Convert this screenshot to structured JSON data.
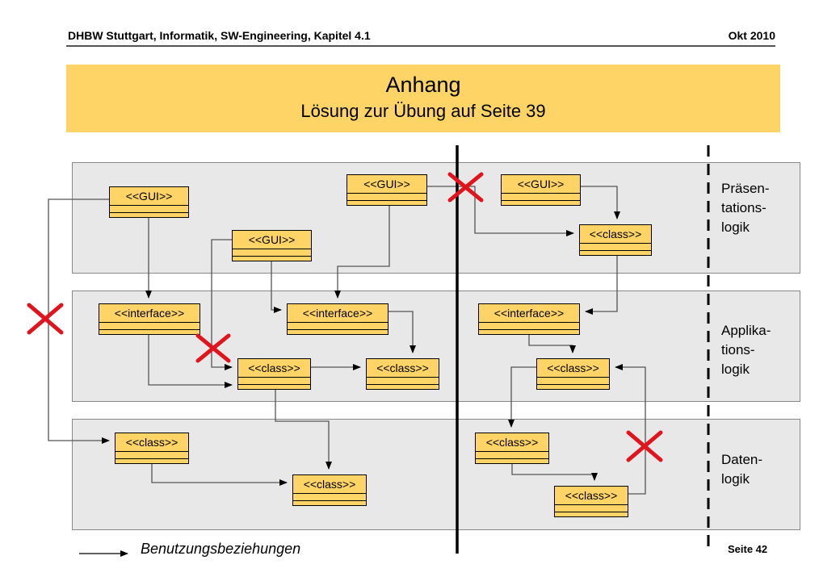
{
  "header": {
    "left": "DHBW Stuttgart, Informatik, SW-Engineering, Kapitel 4.1",
    "right": "Okt 2010"
  },
  "title": {
    "main": "Anhang",
    "sub": "Lösung zur Übung auf Seite 39"
  },
  "layers": [
    {
      "label": "Präsen-\ntations-\nlogik"
    },
    {
      "label": "Applika-\ntions-\nlogik"
    },
    {
      "label": "Daten-\nlogik"
    }
  ],
  "stereotypes": {
    "gui": "<<GUI>>",
    "class": "<<class>>",
    "interface": "<<interface>>"
  },
  "classes": [
    {
      "id": "gui1",
      "label": "<<GUI>>"
    },
    {
      "id": "gui2",
      "label": "<<GUI>>"
    },
    {
      "id": "gui3",
      "label": "<<GUI>>"
    },
    {
      "id": "gui4",
      "label": "<<GUI>>"
    },
    {
      "id": "class_p",
      "label": "<<class>>"
    },
    {
      "id": "if1",
      "label": "<<interface>>"
    },
    {
      "id": "if2",
      "label": "<<interface>>"
    },
    {
      "id": "if3",
      "label": "<<interface>>"
    },
    {
      "id": "class_a1",
      "label": "<<class>>"
    },
    {
      "id": "class_a2",
      "label": "<<class>>"
    },
    {
      "id": "class_a3",
      "label": "<<class>>"
    },
    {
      "id": "class_d1",
      "label": "<<class>>"
    },
    {
      "id": "class_d2",
      "label": "<<class>>"
    },
    {
      "id": "class_d3",
      "label": "<<class>>"
    },
    {
      "id": "class_d4",
      "label": "<<class>>"
    }
  ],
  "legend": {
    "text": "Benutzungsbeziehungen"
  },
  "footer": {
    "page": "Seite 42"
  },
  "colors": {
    "box": "#ffd466",
    "band": "#e8e8e8",
    "cross": "#e0141c"
  }
}
